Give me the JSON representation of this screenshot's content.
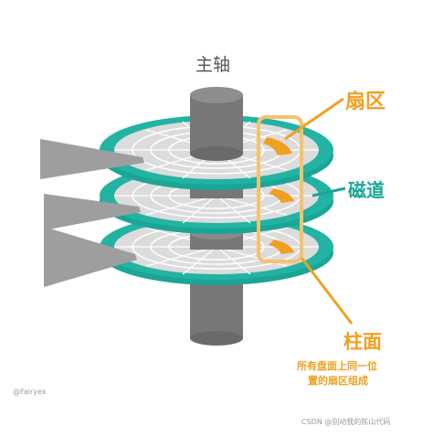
{
  "labels": {
    "spindle": "主轴",
    "sector": "扇区",
    "track": "磁道",
    "cylinder": "柱面",
    "cylinder_desc_line1": "所有盘面上同一位",
    "cylinder_desc_line2": "置的扇区组成"
  },
  "credit": "@Fairyex",
  "watermark": "CSDN @别动我的陈山代码",
  "colors": {
    "platter_teal": "#1aa596",
    "platter_rim": "#8fd9cc",
    "platter_inner": "#dcdcdc",
    "spindle_gray": "#777777",
    "arm_gray": "#9e9e9e",
    "highlight_orange": "#f0a020",
    "cylinder_box": "#f7c26b"
  }
}
